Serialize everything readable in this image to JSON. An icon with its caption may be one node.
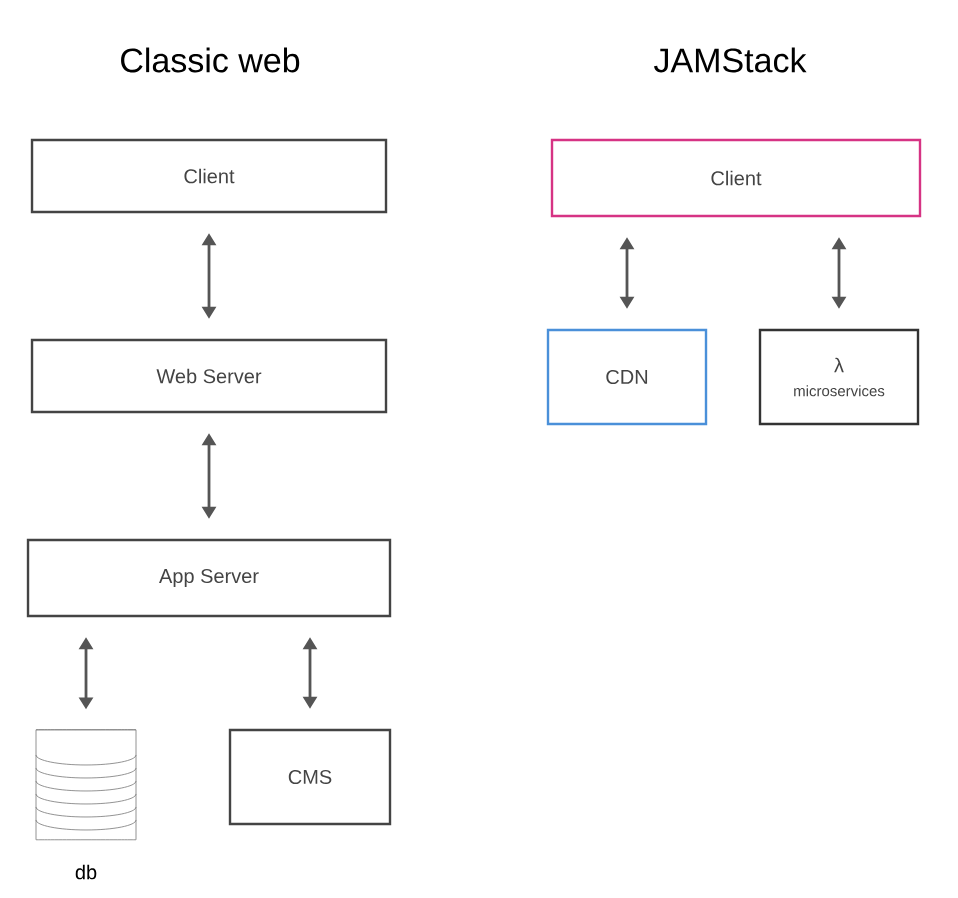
{
  "diagram": {
    "nodes": [
      {
        "text": [
          "Client"
        ]
      },
      {
        "text": [
          "Web Server"
        ]
      },
      {
        "text": [
          "App Server"
        ]
      },
      {
        "text": [],
        "shape": "cylinder",
        "beside": [
          "db"
        ]
      },
      {
        "text": [
          "CMS"
        ]
      },
      {
        "text": [
          "Client"
        ]
      },
      {
        "text": [
          "CDN"
        ]
      },
      {
        "text": [
          "λ",
          "microservices"
        ]
      }
    ],
    "edges": [
      {
        "from": 0,
        "to": 1,
        "arrow": "both"
      },
      {
        "from": 1,
        "to": 2,
        "arrow": "both"
      },
      {
        "from": 2,
        "to": 3,
        "arrow": "both"
      },
      {
        "from": 2,
        "to": 4,
        "arrow": "both"
      },
      {
        "from": 5,
        "to": 6,
        "arrow": "both"
      },
      {
        "from": 5,
        "to": 7,
        "arrow": "both"
      }
    ],
    "labels": [
      "Classic web",
      "JAMStack"
    ]
  }
}
